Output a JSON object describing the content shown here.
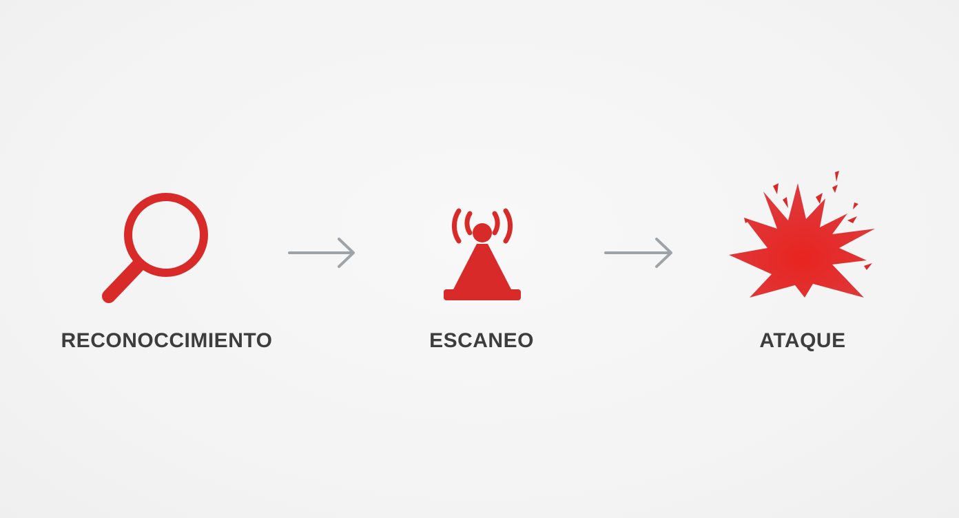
{
  "accent_color": "#d92a2a",
  "arrow_color": "#9ea3a8",
  "label_color": "#3d3d3d",
  "stages": [
    {
      "label": "RECONOCCIMIENTO",
      "icon": "magnifying-glass-icon"
    },
    {
      "label": "ESCANEO",
      "icon": "signal-tower-icon"
    },
    {
      "label": "ATAQUE",
      "icon": "explosion-icon"
    }
  ],
  "connectors": [
    "arrow-right-icon",
    "arrow-right-icon"
  ]
}
